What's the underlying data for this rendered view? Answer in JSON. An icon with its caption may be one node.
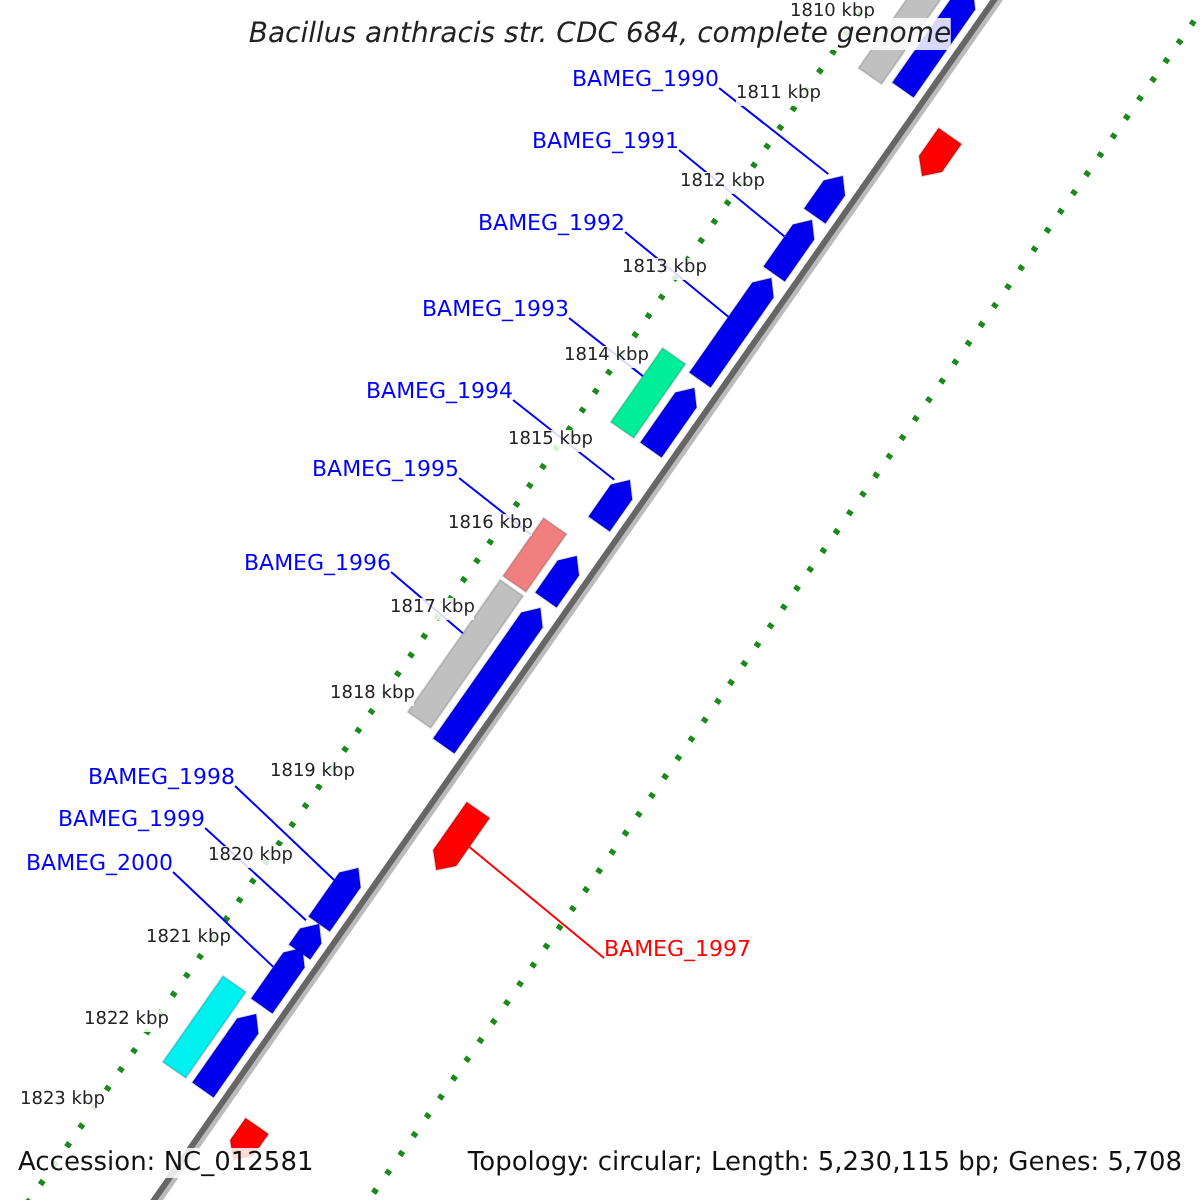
{
  "diagram": {
    "title": "Bacillus anthracis str. CDC 684, complete genome",
    "nodes": [
      {
        "text": [
          "BAMEG_1990"
        ]
      },
      {
        "text": [
          "BAMEG_1991"
        ]
      },
      {
        "text": [
          "BAMEG_1992"
        ]
      },
      {
        "text": [
          "BAMEG_1993"
        ]
      },
      {
        "text": [
          "BAMEG_1994"
        ]
      },
      {
        "text": [
          "BAMEG_1995"
        ]
      },
      {
        "text": [
          "BAMEG_1996"
        ]
      },
      {
        "text": [
          "BAMEG_1998"
        ]
      },
      {
        "text": [
          "BAMEG_1999"
        ]
      },
      {
        "text": [
          "BAMEG_2000"
        ]
      },
      {
        "text": [
          "BAMEG_1997"
        ]
      },
      {
        "text": [],
        "shape": "bar"
      },
      {
        "text": [],
        "shape": "pentagon"
      },
      {
        "text": [],
        "shape": "pentagon"
      },
      {
        "text": [],
        "shape": "pentagon"
      },
      {
        "text": [],
        "shape": "pentagon"
      },
      {
        "text": [],
        "shape": "pentagon"
      },
      {
        "text": [],
        "shape": "bar"
      },
      {
        "text": [],
        "shape": "pentagon"
      },
      {
        "text": [],
        "shape": "pentagon"
      },
      {
        "text": [],
        "shape": "bar"
      },
      {
        "text": [],
        "shape": "pentagon"
      },
      {
        "text": [],
        "shape": "bar"
      },
      {
        "text": [],
        "shape": "pentagon"
      },
      {
        "text": [],
        "shape": "pentagon"
      },
      {
        "text": [],
        "shape": "pentagon"
      },
      {
        "text": [],
        "shape": "pentagon"
      },
      {
        "text": [],
        "shape": "pentagon"
      },
      {
        "text": [],
        "shape": "bar"
      },
      {
        "text": [],
        "shape": "pentagon"
      },
      {
        "text": [],
        "shape": "pentagon"
      }
    ],
    "edges": [
      {
        "from": 0,
        "to": 14,
        "arrow": "none"
      },
      {
        "from": 1,
        "to": 15,
        "arrow": "none"
      },
      {
        "from": 2,
        "to": 16,
        "arrow": "none"
      },
      {
        "from": 3,
        "to": 17,
        "arrow": "none"
      },
      {
        "from": 4,
        "to": 19,
        "arrow": "none"
      },
      {
        "from": 5,
        "to": 20,
        "arrow": "none"
      },
      {
        "from": 6,
        "to": 22,
        "arrow": "none"
      },
      {
        "from": 7,
        "to": 25,
        "arrow": "none"
      },
      {
        "from": 8,
        "to": 26,
        "arrow": "none"
      },
      {
        "from": 9,
        "to": 27,
        "arrow": "none"
      },
      {
        "from": 10,
        "to": 24,
        "arrow": "none",
        "color": "#ff0000"
      }
    ],
    "labels": [
      "1810 kbp",
      "1811 kbp",
      "1812 kbp",
      "1813 kbp",
      "1814 kbp",
      "1815 kbp",
      "1816 kbp",
      "1817 kbp",
      "1818 kbp",
      "1819 kbp",
      "1820 kbp",
      "1821 kbp",
      "1822 kbp",
      "1823 kbp",
      "Accession: NC_012581",
      "Topology: circular; Length: 5,230,115 bp; Genes: 5,708"
    ]
  }
}
